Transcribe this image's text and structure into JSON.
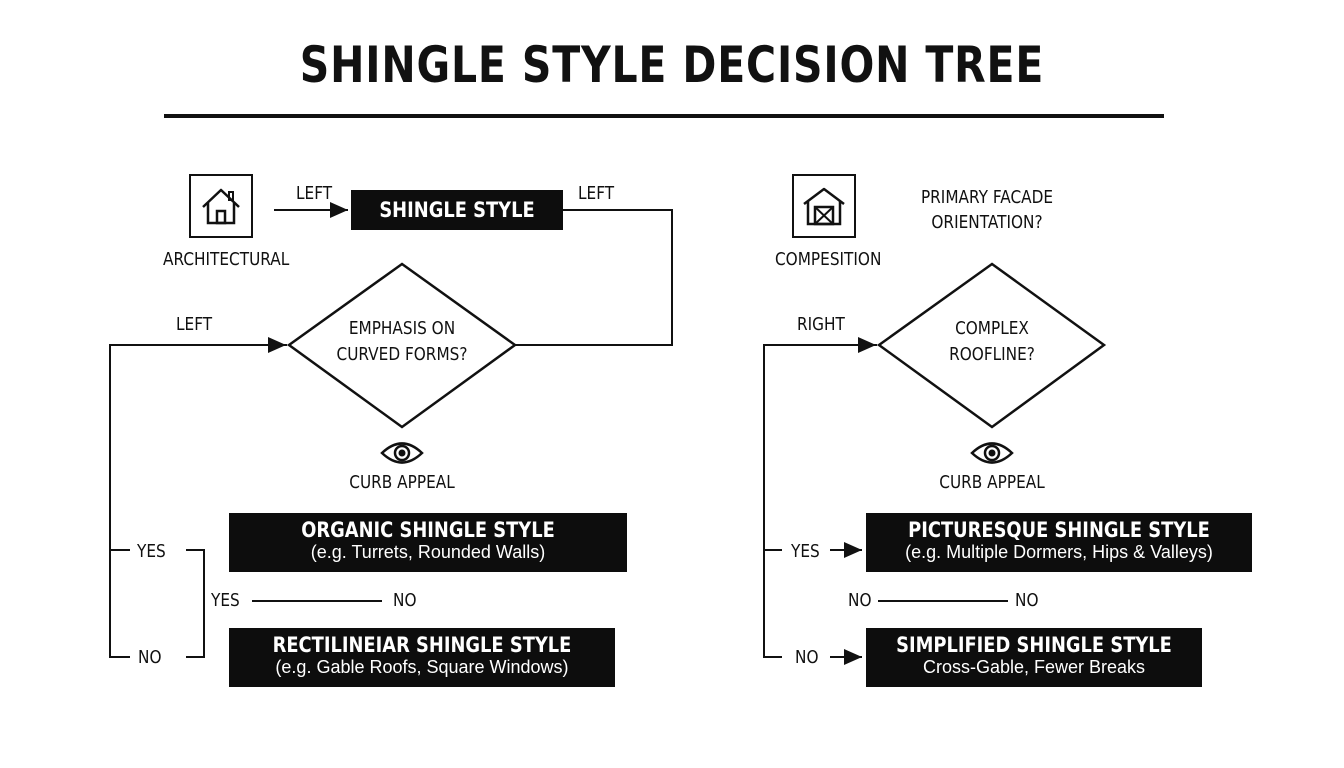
{
  "title": "SHINGLE STYLE DECISION TREE",
  "left": {
    "icon_label": "ARCHITECTURAL",
    "icon": "house-icon",
    "edge_label_top_left": "LEFT",
    "start_node": "SHINGLE STYLE",
    "edge_label_top_right": "LEFT",
    "edge_label_loop": "LEFT",
    "decision": [
      "EMPHASIS ON",
      "CURVED FORMS?"
    ],
    "eye_icon": "eye-icon",
    "eye_label": "CURB APPEAL",
    "yes_label": "YES",
    "no_label": "NO",
    "mid_yes": "YES",
    "mid_no": "NO",
    "result_yes": {
      "title": "ORGANIC SHINGLE STYLE",
      "subtitle": "(e.g. Turrets, Rounded Walls)"
    },
    "result_no": {
      "title": "RECTILINEIAR SHINGLE STYLE",
      "subtitle": "(e.g. Gable Roofs, Square Windows)"
    }
  },
  "right": {
    "icon_label": "COMPESITION",
    "icon": "barn-icon",
    "question": [
      "PRIMARY FACADE",
      "ORIENTATION?"
    ],
    "edge_label_loop": "RIGHT",
    "decision": [
      "COMPLEX",
      "ROOFLINE?"
    ],
    "eye_icon": "eye-icon",
    "eye_label": "CURB APPEAL",
    "yes_label": "YES",
    "no_label": "NO",
    "mid_no_left": "NO",
    "mid_no_right": "NO",
    "result_yes": {
      "title": "PICTURESQUE SHINGLE STYLE",
      "subtitle": "(e.g. Multiple Dormers, Hips & Valleys)"
    },
    "result_no": {
      "title": "SIMPLIFIED SHINGLE STYLE",
      "subtitle": "Cross-Gable, Fewer Breaks"
    }
  }
}
